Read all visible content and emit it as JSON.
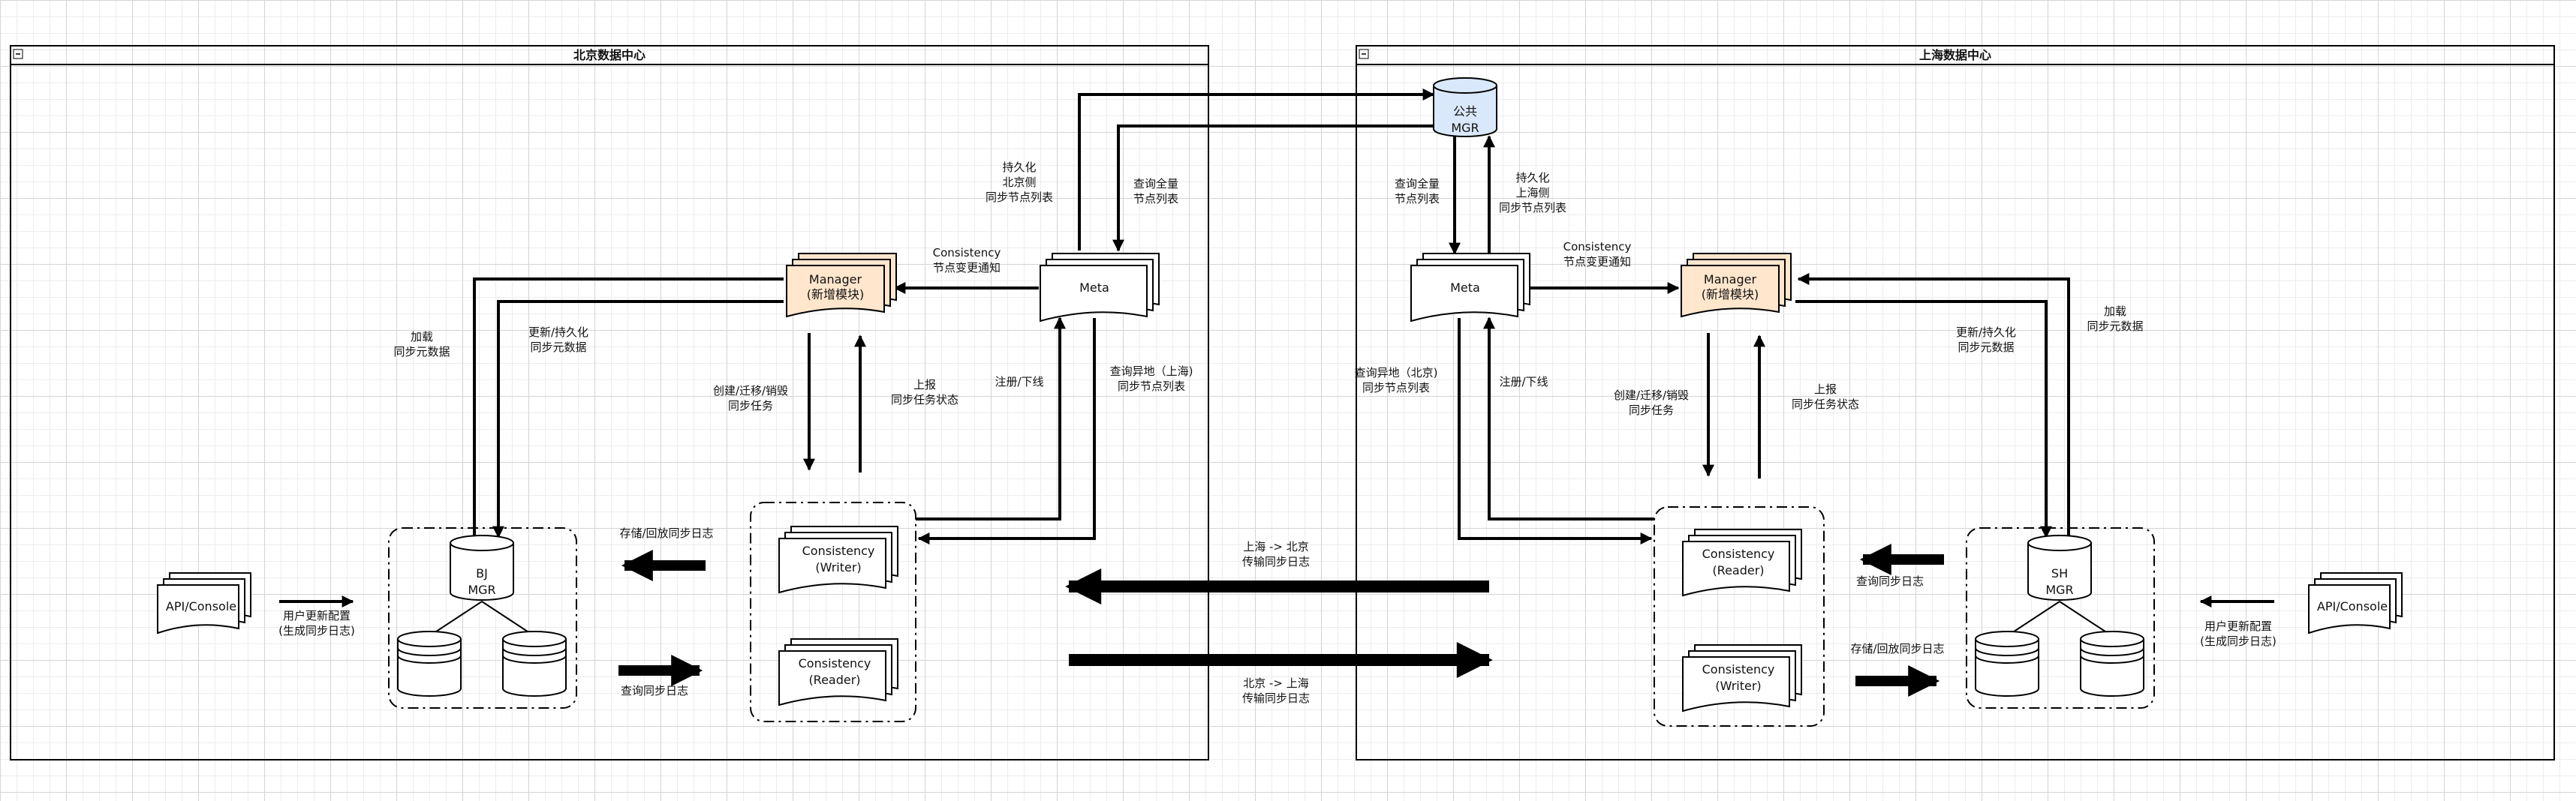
{
  "regions": {
    "beijing": {
      "title": "北京数据中心"
    },
    "shanghai": {
      "title": "上海数据中心"
    }
  },
  "nodes": {
    "public_mgr": [
      "公共",
      "MGR"
    ],
    "bj_meta": "Meta",
    "sh_meta": "Meta",
    "bj_manager": [
      "Manager",
      "(新增模块)"
    ],
    "sh_manager": [
      "Manager",
      "(新增模块)"
    ],
    "bj_consistency_writer": [
      "Consistency",
      "(Writer)"
    ],
    "bj_consistency_reader": [
      "Consistency",
      "(Reader)"
    ],
    "sh_consistency_reader": [
      "Consistency",
      "(Reader)"
    ],
    "sh_consistency_writer": [
      "Consistency",
      "(Writer)"
    ],
    "bj_mgr": [
      "BJ",
      "MGR"
    ],
    "sh_mgr": [
      "SH",
      "MGR"
    ],
    "bj_api": "API/Console",
    "sh_api": "API/Console"
  },
  "labels": {
    "bj_persist_node_list": [
      "持久化",
      "北京侧",
      "同步节点列表"
    ],
    "bj_query_full_list": [
      "查询全量",
      "节点列表"
    ],
    "sh_query_full_list": [
      "查询全量",
      "节点列表"
    ],
    "sh_persist_node_list": [
      "持久化",
      "上海侧",
      "同步节点列表"
    ],
    "bj_consistency_notify": [
      "Consistency",
      "节点变更通知"
    ],
    "sh_consistency_notify": [
      "Consistency",
      "节点变更通知"
    ],
    "bj_load_meta": [
      "加载",
      "同步元数据"
    ],
    "bj_update_meta": [
      "更新/持久化",
      "同步元数据"
    ],
    "sh_load_meta": [
      "加载",
      "同步元数据"
    ],
    "sh_update_meta": [
      "更新/持久化",
      "同步元数据"
    ],
    "bj_create_task": [
      "创建/迁移/销毁",
      "同步任务"
    ],
    "bj_report_status": [
      "上报",
      "同步任务状态"
    ],
    "sh_create_task": [
      "创建/迁移/销毁",
      "同步任务"
    ],
    "sh_report_status": [
      "上报",
      "同步任务状态"
    ],
    "bj_register": "注册/下线",
    "sh_register": "注册/下线",
    "bj_query_remote": [
      "查询异地（上海)",
      "同步节点列表"
    ],
    "sh_query_remote": [
      "查询异地（北京)",
      "同步节点列表"
    ],
    "bj_store_replay": "存储/回放同步日志",
    "bj_query_sync_log": "查询同步日志",
    "sh_query_sync_log": "查询同步日志",
    "sh_store_replay": "存储/回放同步日志",
    "bj_user_update": [
      "用户更新配置",
      "(生成同步日志)"
    ],
    "sh_user_update": [
      "用户更新配置",
      "(生成同步日志)"
    ],
    "sh_to_bj": [
      "上海 -> 北京",
      "传输同步日志"
    ],
    "bj_to_sh": [
      "北京 -> 上海",
      "传输同步日志"
    ]
  },
  "colors": {
    "manager_fill": "#ffe6cc",
    "manager_stroke": "#d79b00",
    "public_mgr_fill": "#dae8fc",
    "public_mgr_stroke": "#6c8ebf",
    "line": "#000000"
  },
  "icons": {
    "collapse": "collapse-icon"
  }
}
